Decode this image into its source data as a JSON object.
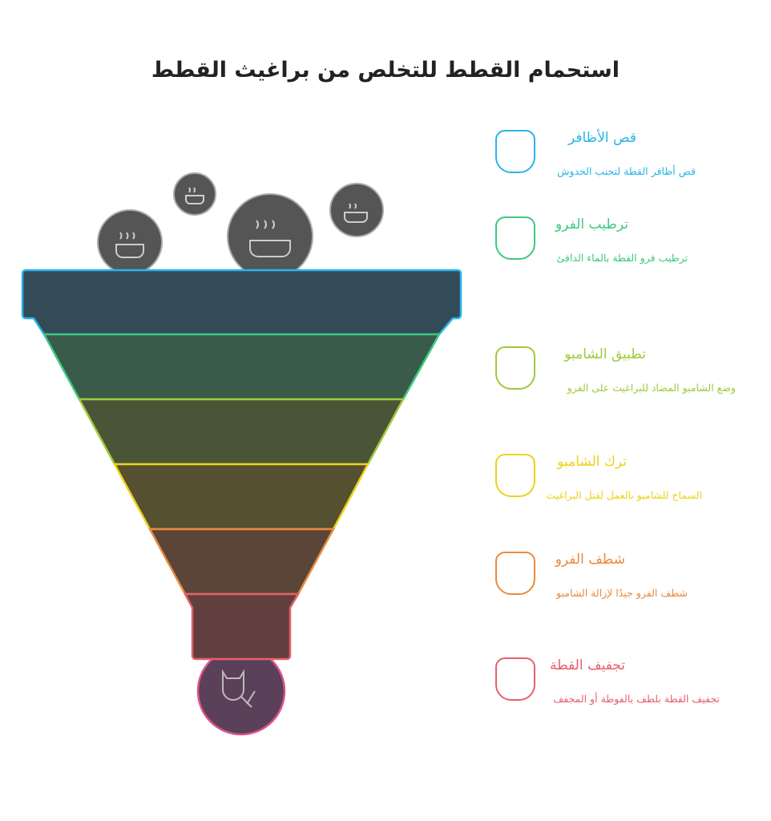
{
  "title": "استحمام القطط للتخلص من براغيث القطط",
  "steps": [
    {
      "title": "قص الأظافر",
      "desc": "قص أظافر القطة لتجنب الخدوش",
      "color": "#29b5e8",
      "icon": "cat-paw-icon"
    },
    {
      "title": "ترطيب الفرو",
      "desc": "ترطيب فرو القطة بالماء الدافئ",
      "color": "#3cc97f",
      "icon": "cat-water-bowl-icon"
    },
    {
      "title": "تطبيق الشامبو",
      "desc": "وضع الشامبو المضاد للبراغيث على الفرو",
      "color": "#a0c93a",
      "icon": "shampoo-cat-icon"
    },
    {
      "title": "ترك الشامبو",
      "desc": "السماح للشامبو بالعمل لقتل البراغيث",
      "color": "#ecd21a",
      "icon": "shower-icon"
    },
    {
      "title": "شطف الفرو",
      "desc": "شطف الفرو جيدًا لإزالة الشامبو",
      "color": "#ea8a3c",
      "icon": "person-dog-icon"
    },
    {
      "title": "تجفيف القطة",
      "desc": "تجفيف القطة بلطف بالفوطة أو المجفف",
      "color": "#e5606a",
      "icon": "person-drying-pet-icon"
    }
  ]
}
